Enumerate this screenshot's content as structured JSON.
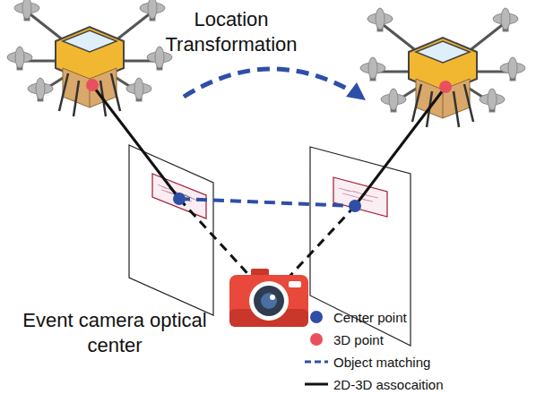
{
  "diagram": {
    "labels": [
      "Location Transformation",
      "Event camera optical center"
    ],
    "legend": [
      {
        "text": "Center point",
        "color": "#2e4fa8"
      },
      {
        "text": "3D point",
        "color": "#e8505f"
      },
      {
        "text": "Object matching"
      },
      {
        "text": "2D-3D assocaition"
      }
    ]
  }
}
